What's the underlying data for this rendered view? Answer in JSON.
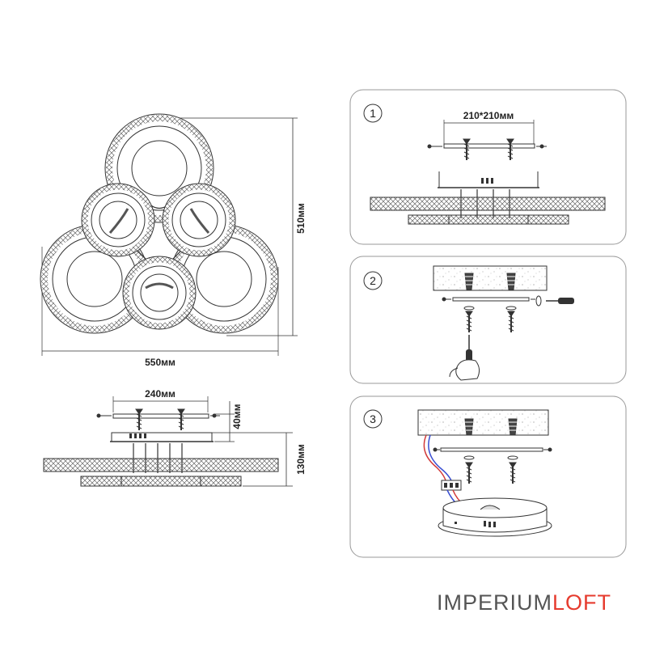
{
  "dimensions": {
    "top_width": "550мм",
    "top_height": "510мм",
    "side_width": "240мм",
    "side_plate": "40мм",
    "side_height": "130мм",
    "step1_spacing": "210*210мм"
  },
  "steps": [
    "1",
    "2",
    "3"
  ],
  "logo": {
    "part1": "IMPERIUM",
    "part2": "LOFT"
  },
  "colors": {
    "line": "#333333",
    "brand_red": "#e63b2e",
    "brand_gray": "#555555",
    "wire_red": "#d23a3a",
    "wire_blue": "#3a4fd2"
  }
}
